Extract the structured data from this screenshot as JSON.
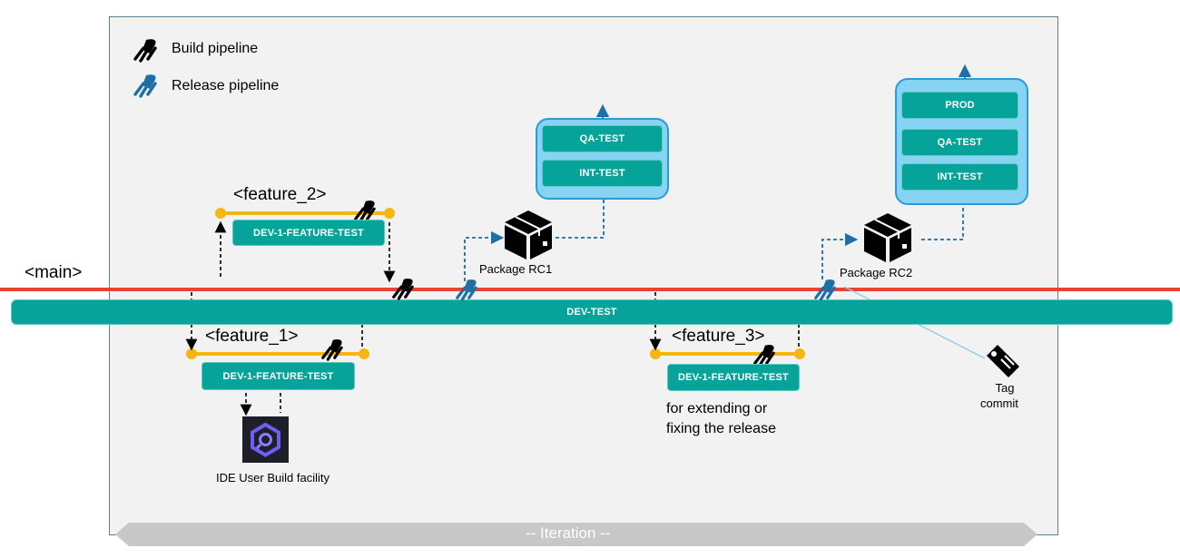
{
  "legend": {
    "build_pipeline": "Build pipeline",
    "release_pipeline": "Release pipeline"
  },
  "branches": {
    "main": "<main>",
    "feature_1": "<feature_1>",
    "feature_2": "<feature_2>",
    "feature_3": "<feature_3>"
  },
  "environments": {
    "dev_test": "DEV-TEST",
    "feature_1_env": "DEV-1-FEATURE-TEST",
    "feature_2_env": "DEV-1-FEATURE-TEST",
    "feature_3_env": "DEV-1-FEATURE-TEST",
    "rc1_stack": [
      "QA-TEST",
      "INT-TEST"
    ],
    "rc2_stack": [
      "PROD",
      "QA-TEST",
      "INT-TEST"
    ]
  },
  "packages": {
    "rc1": "Package RC1",
    "rc2": "Package RC2"
  },
  "ide": {
    "label": "IDE User Build facility"
  },
  "notes": {
    "feature_3_line1": "for extending or",
    "feature_3_line2": "fixing the release"
  },
  "tag": {
    "line1": "Tag",
    "line2": "commit"
  },
  "iteration": {
    "label": "-- Iteration --"
  },
  "colors": {
    "frame_bg": "#f2f2f2",
    "frame_border": "#5b7f95",
    "main_line": "#e8442f",
    "dev_bar": "#05a39a",
    "feature_line": "#f5b60f",
    "stack_fill": "#86d3f3",
    "release_blue": "#1d6fa5"
  },
  "icons": {
    "build": "rocket-build-icon",
    "release": "rocket-release-icon",
    "package": "package-box-icon",
    "tag": "tag-icon",
    "ide": "ide-logo-icon"
  }
}
